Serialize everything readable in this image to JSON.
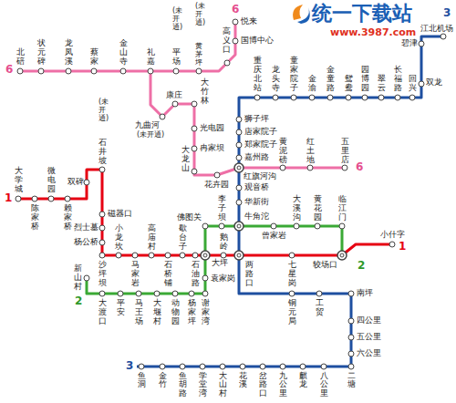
{
  "diagram": {
    "labels": [
      "统一下载站",
      "www.3987.com",
      "6",
      "北碚",
      "状元碑",
      "龙凤溪",
      "蔡家",
      "金山寺",
      "礼嘉",
      "(未开通)",
      "平场",
      "(未开通)",
      "黄茅坪",
      "高义口",
      "国博中心",
      "悦来",
      "6",
      "九曲河",
      "(未开通)",
      "康庄",
      "大竹林",
      "光电园",
      "冉家坝",
      "大龙山",
      "花卉园",
      "黄泥磅",
      "红土地",
      "五里店",
      "6",
      "3",
      "碧津",
      "江北机场",
      "双龙",
      "重庆北站",
      "龙头寺",
      "童家院子",
      "金渝",
      "金童路",
      "鸳鸯",
      "园博园",
      "翠云",
      "长福路",
      "回兴",
      "狮子坪",
      "唐家院子",
      "郑家院子",
      "嘉州路",
      "红旗河沟",
      "观音桥",
      "华新街",
      "牛角沱",
      "两路口",
      "铜元局",
      "工贸",
      "南坪",
      "四公里",
      "五公里",
      "六公里",
      "二塘",
      "3",
      "鱼洞",
      "金竹",
      "鱼胡路",
      "学堂湾",
      "大山村",
      "花溪",
      "岔路口",
      "九公里",
      "麒龙",
      "八公里",
      "1",
      "大学城",
      "陈家桥",
      "微电园",
      "赖家桥",
      "双碑",
      "(未开通)",
      "石井坡",
      "磁器口",
      "烈士墓",
      "杨公桥",
      "沙坪坝",
      "小龙坎",
      "马家岩",
      "高庙村",
      "石桥铺",
      "歇台子",
      "石油路",
      "大坪",
      "鹅岭",
      "七星岗",
      "较场口",
      "小什字",
      "1",
      "2",
      "新山村",
      "大渡口",
      "平安",
      "马王场",
      "大堰村",
      "动物园",
      "杨家坪",
      "谢家湾",
      "袁家岗",
      "佛图关",
      "李子坝",
      "曾家岩",
      "大溪沟",
      "黄花园",
      "临江门",
      "2"
    ]
  }
}
